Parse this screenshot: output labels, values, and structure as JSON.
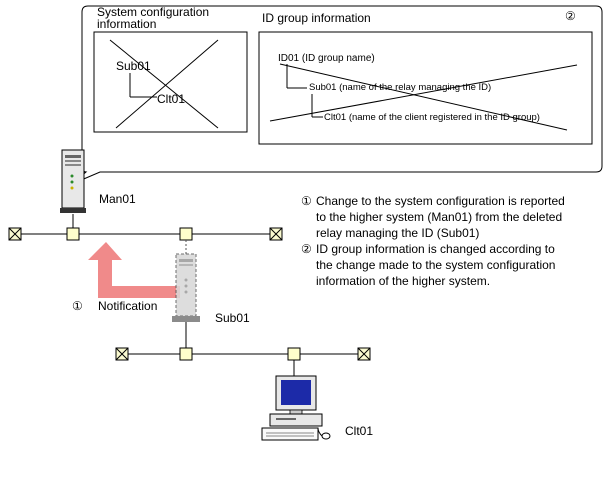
{
  "callout": {
    "system_config_title_line1": "System configuration",
    "system_config_title_line2": "information",
    "system_config_parent": "Sub01",
    "system_config_child": "Clt01",
    "id_group_title": "ID group information",
    "id_group_marker": "②",
    "id_group_line1": "ID01 (ID group name)",
    "id_group_line2": "Sub01 (name of the relay managing the ID)",
    "id_group_line3": "Clt01 (name of the client registered in the ID group)"
  },
  "nodes": {
    "manager": "Man01",
    "relay": "Sub01",
    "client": "Clt01"
  },
  "notification": {
    "marker": "①",
    "label": "Notification"
  },
  "notes": [
    {
      "marker": "①",
      "lines": [
        "Change to the system configuration is reported",
        "to the higher system (Man01) from the deleted",
        "relay managing the ID (Sub01)"
      ]
    },
    {
      "marker": "②",
      "lines": [
        "ID group information is changed according to",
        "the change made to the system configuration",
        "information of the higher system."
      ]
    }
  ],
  "colors": {
    "arrow": "#f08a8a",
    "relay_deleted": "#d8d8d8",
    "network_node": "#ffffcc",
    "network_end": "#fafad0",
    "monitor_screen": "#1c2aa8"
  }
}
